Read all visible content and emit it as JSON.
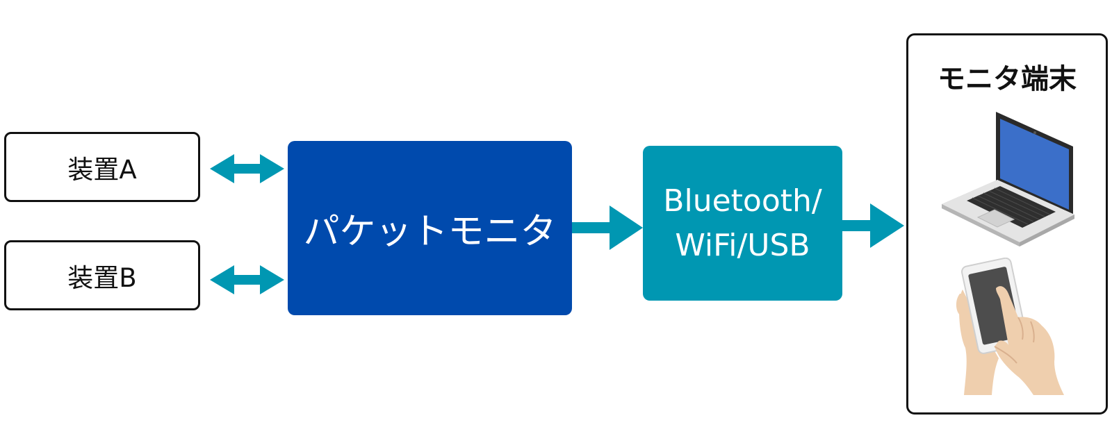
{
  "devices": [
    {
      "label": "装置A"
    },
    {
      "label": "装置B"
    }
  ],
  "packet_monitor": {
    "label": "パケットモニタ"
  },
  "link": {
    "line1": "Bluetooth/",
    "line2": "WiFi/USB"
  },
  "terminal": {
    "title": "モニタ端末"
  },
  "colors": {
    "arrow": "#0097b2",
    "packet_monitor": "#004aad",
    "link_box": "#0097b2",
    "laptop_screen": "#3b6fc9"
  },
  "icons": [
    "laptop-icon",
    "smartphone-in-hand-icon"
  ]
}
